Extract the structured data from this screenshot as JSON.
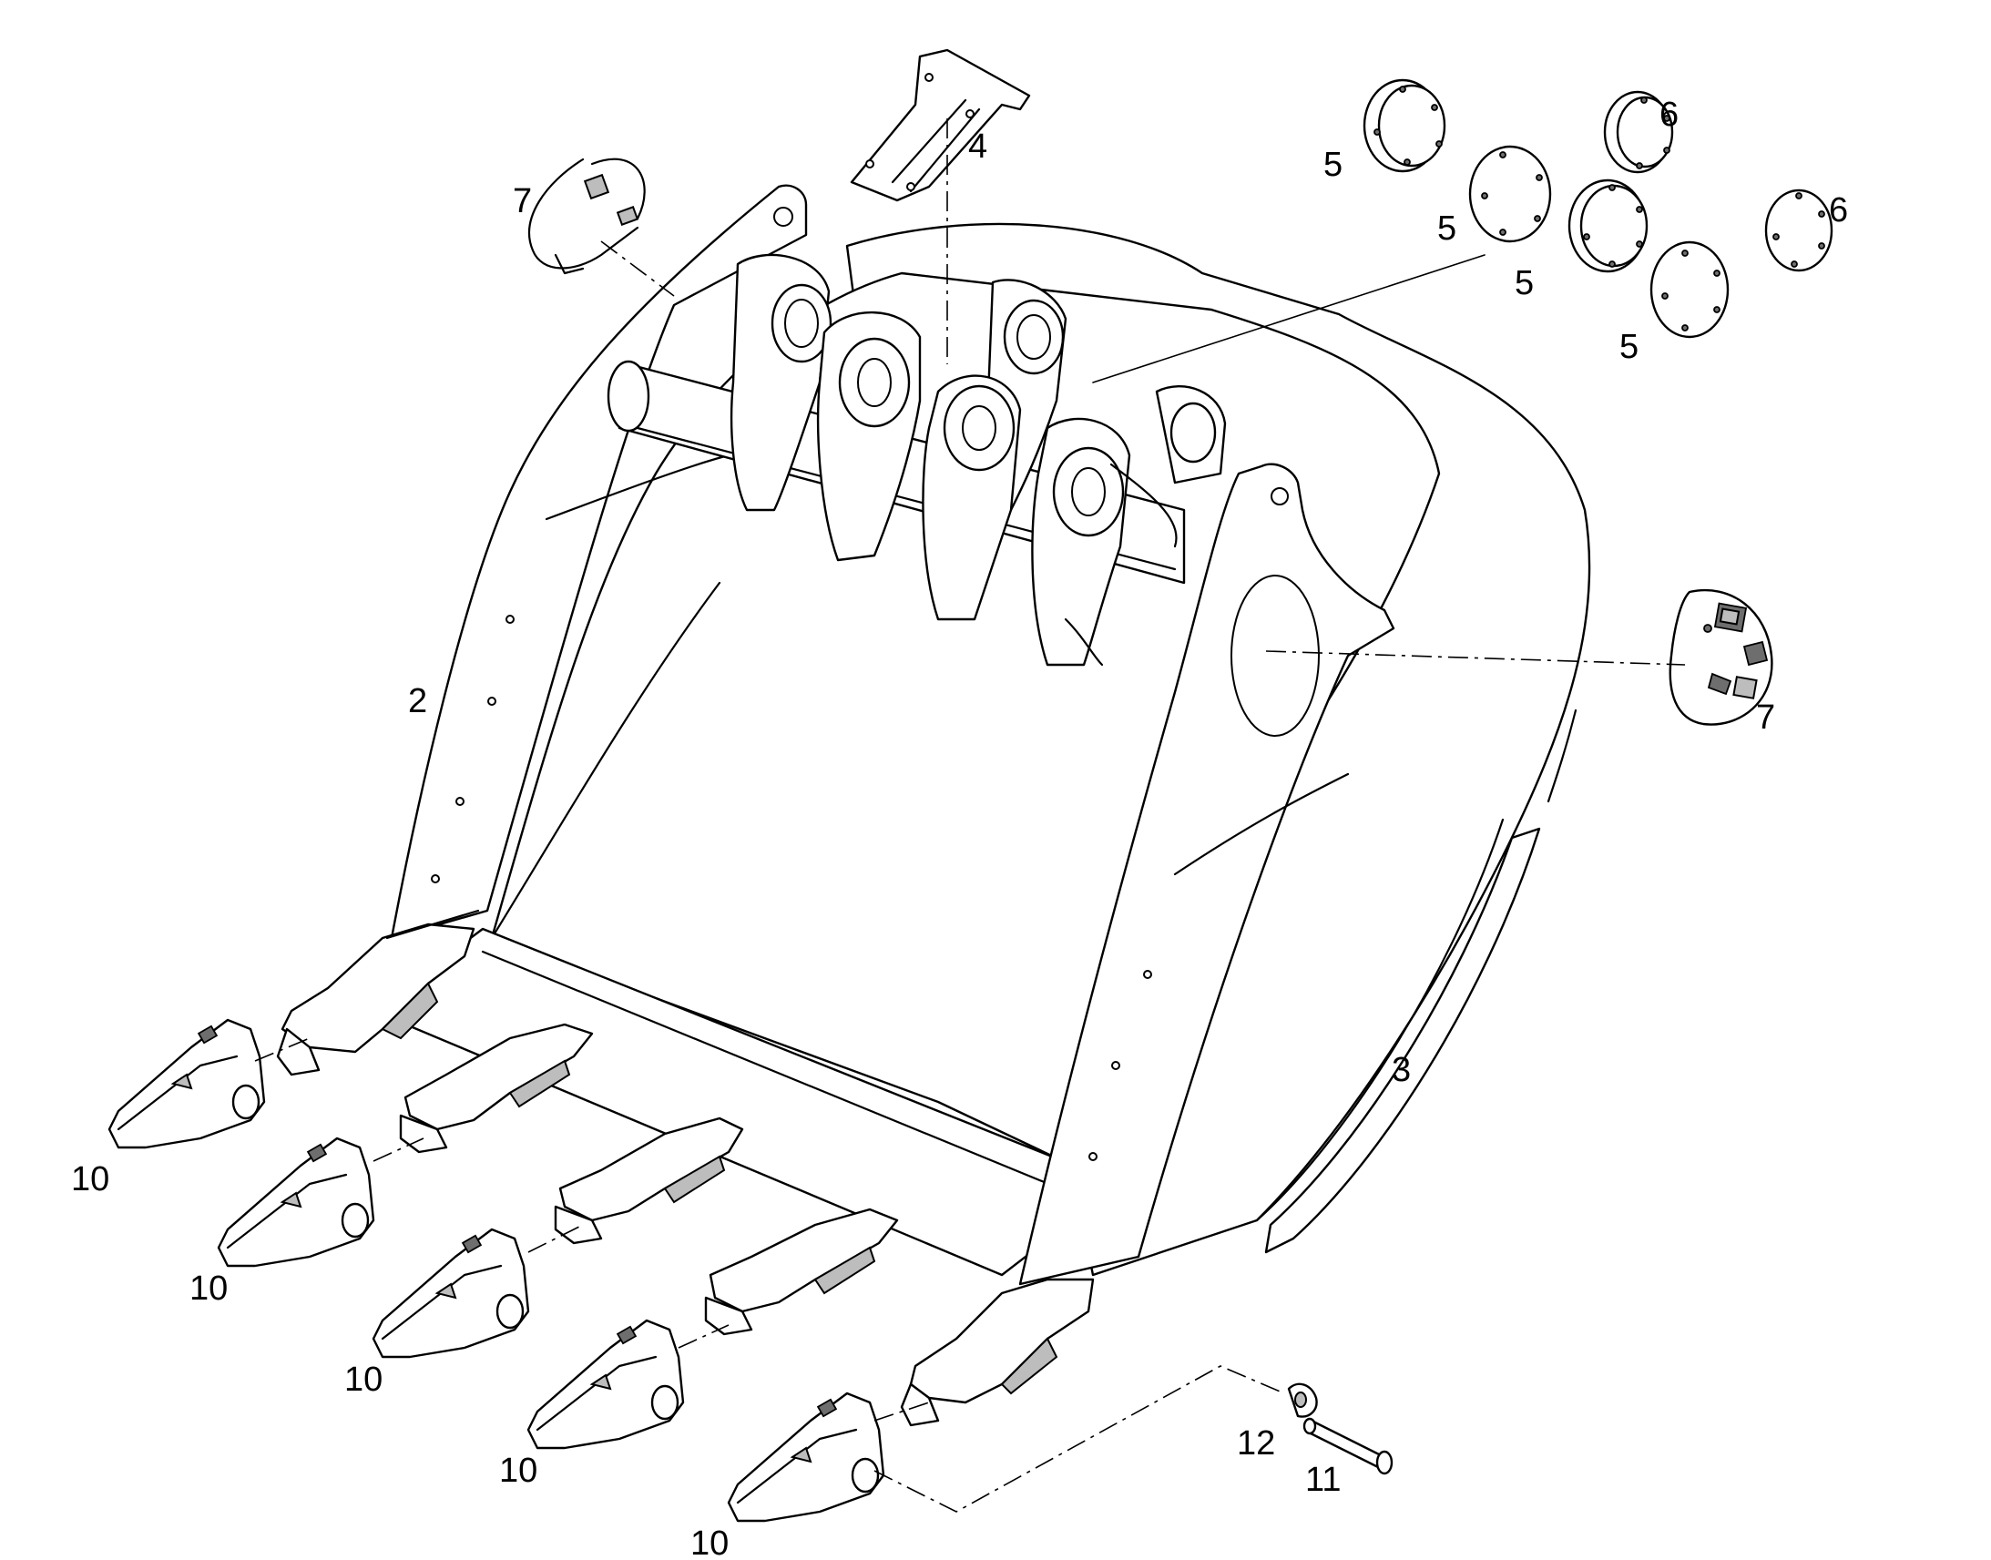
{
  "callouts": {
    "bucket_side_left": "2",
    "bucket_side_right": "3",
    "plate_top": "4",
    "cover_a": "5",
    "cover_b": "5",
    "cover_c": "5",
    "cover_d": "5",
    "cover_e": "6",
    "cover_f": "6",
    "cover_lock_left": "7",
    "cover_lock_right": "7",
    "tooth_1": "10",
    "tooth_2": "10",
    "tooth_3": "10",
    "tooth_4": "10",
    "tooth_5": "10",
    "pin": "11",
    "retainer": "12"
  }
}
